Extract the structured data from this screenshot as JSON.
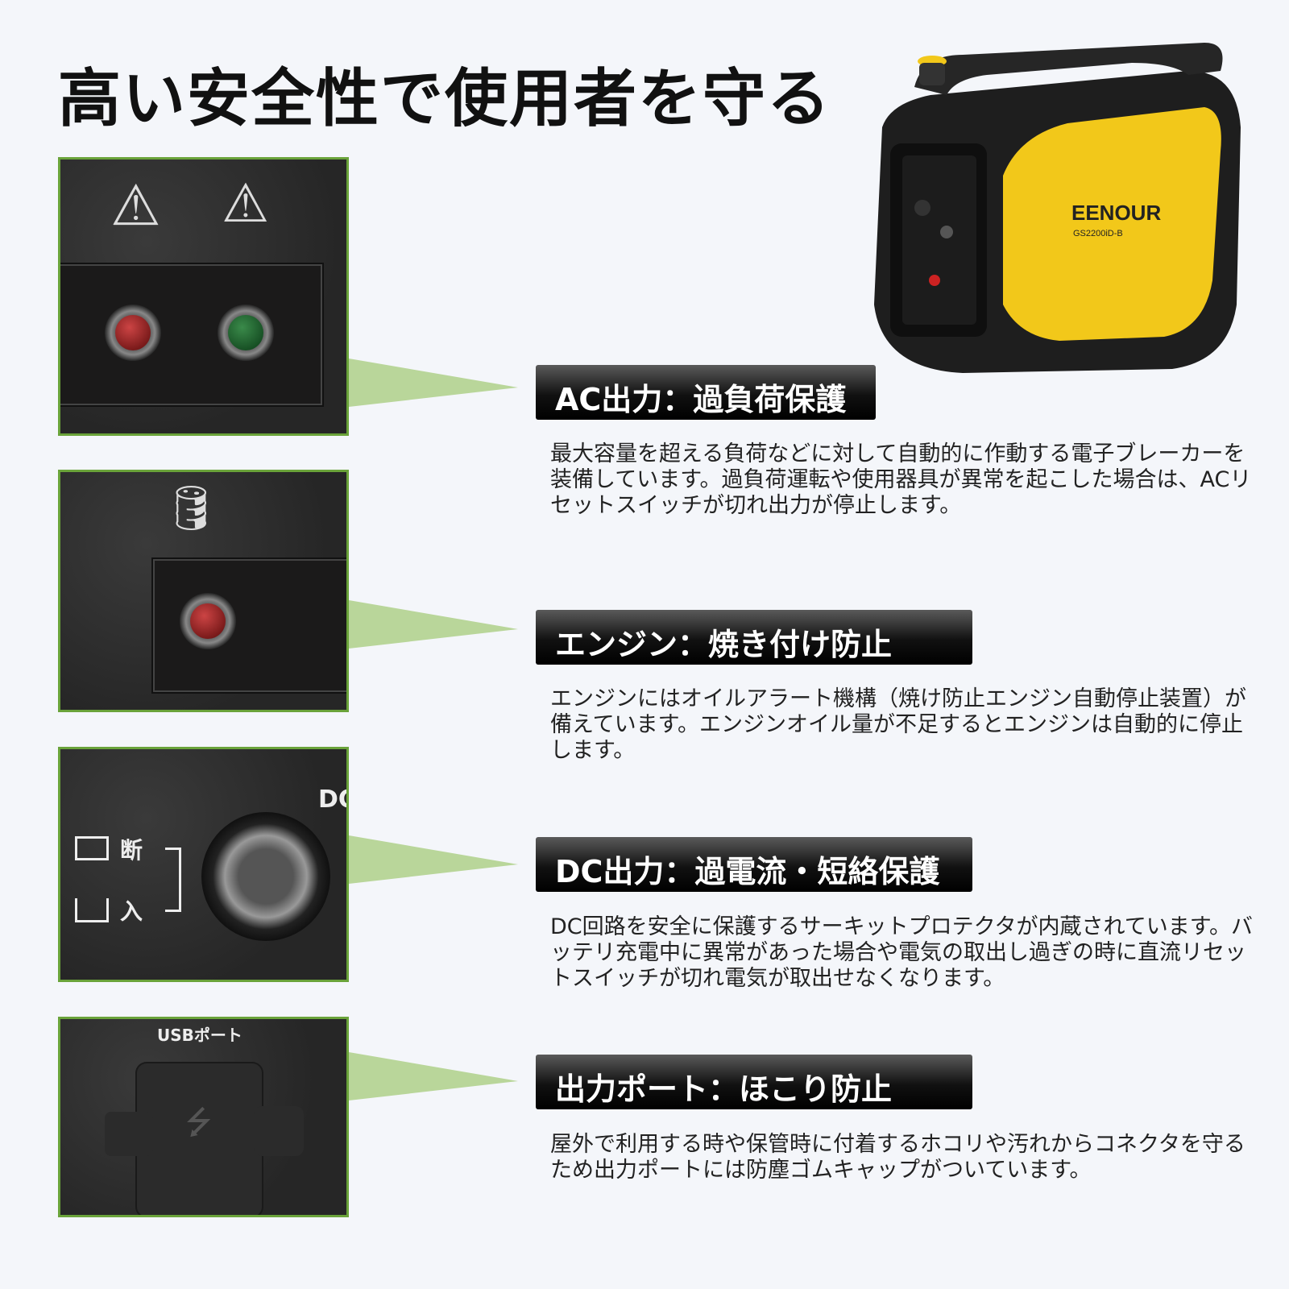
{
  "title": "高い安全性で使用者を守る",
  "product": {
    "brand": "EENOUR",
    "model": "GS2200iD-B"
  },
  "sections": [
    {
      "heading": "AC出力：過負荷保護",
      "text": "最大容量を超える負荷などに対して自動的に作動する電子ブレーカーを装備しています。過負荷運転や使用器具が異常を起こした場合は、ACリセットスイッチが切れ出力が停止します。"
    },
    {
      "heading": "エンジン：焼き付け防止",
      "text": "エンジンにはオイルアラート機構（焼け防止エンジン自動停止装置）が備えています。エンジンオイル量が不足するとエンジンは自動的に停止します。"
    },
    {
      "heading": "DC出力：過電流・短絡保護",
      "text": "DC回路を安全に保護するサーキットプロテクタが内蔵されています。バッテリ充電中に異常があった場合や電気の取出し過ぎの時に直流リセットスイッチが切れ電気が取出せなくなります。"
    },
    {
      "heading": "出力ポート：ほこり防止",
      "text": "屋外で利用する時や保管時に付着するホコリや汚れからコネクタを守るため出力ポートには防塵ゴムキャップがついています。"
    }
  ],
  "panel_labels": {
    "dc": "DC",
    "off": "断",
    "on": "入",
    "usb": "USBポート"
  },
  "colors": {
    "accent": "#6aa33a",
    "wedge": "#b9d69a",
    "yellow": "#f2c81a"
  }
}
